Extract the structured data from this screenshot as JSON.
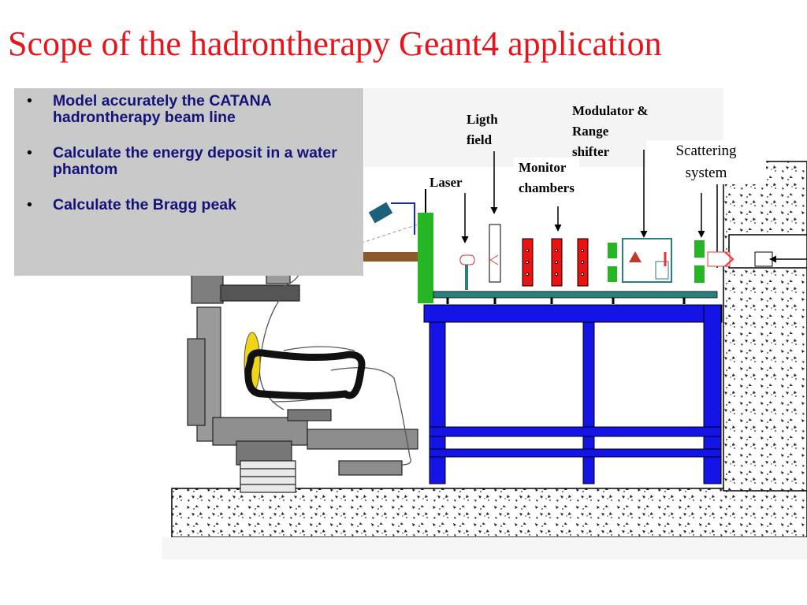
{
  "slide": {
    "title": "Scope of the hadrontherapy Geant4 application",
    "title_color": "#e8141b"
  },
  "bullets": {
    "marker": "•",
    "text_color": "#13137a",
    "box_color": "#c9c9c9",
    "items": [
      "Model accurately the CATANA hadrontherapy beam line",
      "Calculate the energy deposit in a water phantom",
      "Calculate  the Bragg peak"
    ]
  },
  "diagram": {
    "labels": {
      "ligth_field": [
        "Ligth",
        "field"
      ],
      "modulator": [
        "Modulator &",
        "Range",
        "shifter"
      ],
      "scattering": [
        "Scattering",
        "system"
      ],
      "monitor": [
        "Monitor",
        "chambers"
      ],
      "laser": "Laser"
    },
    "colors": {
      "support": "#1414e6",
      "collimator": "#25b525",
      "chamber": "#ee1111",
      "patient_chair": "#888888"
    }
  }
}
